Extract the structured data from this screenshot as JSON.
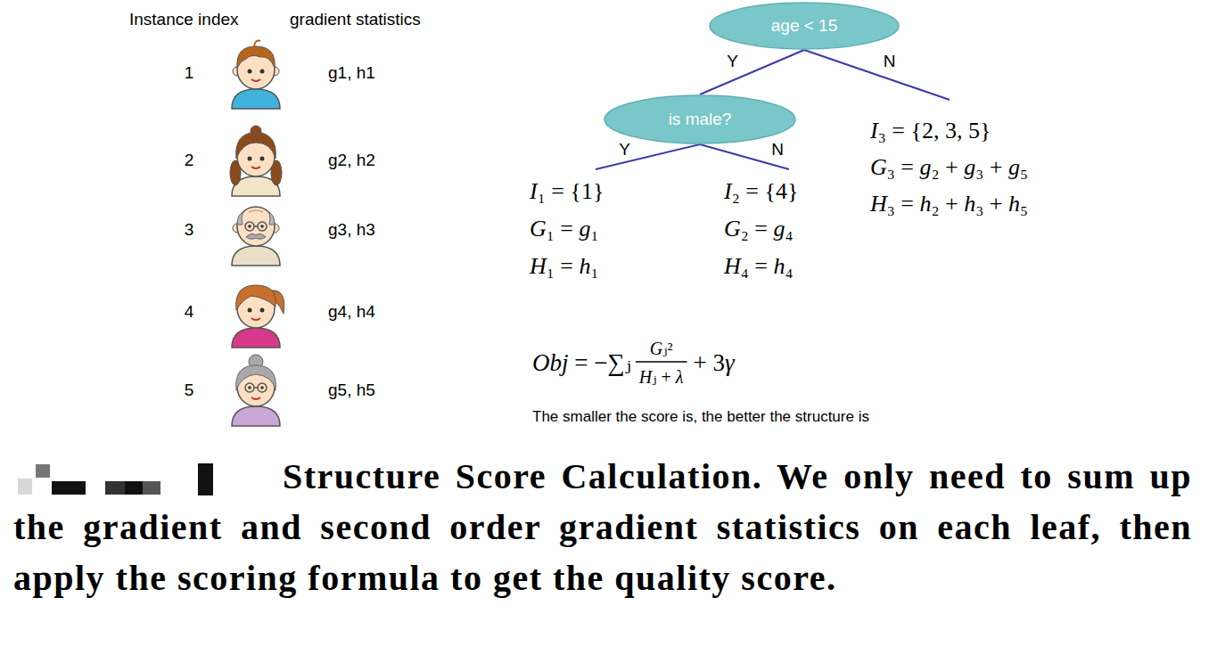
{
  "diagram": {
    "caption": "Structure Score Calculation. We only need to sum up the gradient and second order gradient statistics on each leaf, then apply the scoring formula to get the quality score.",
    "nodes": [
      {
        "text": [
          "age < 15"
        ]
      },
      {
        "text": [
          "is male?"
        ]
      },
      {
        "text": [
          "I₁ = {1}",
          "G₁ = g₁",
          "H₁ = h₁"
        ]
      },
      {
        "text": [
          "I₂ = {4}",
          "G₂ = g₄",
          "H₄ = h₄"
        ]
      },
      {
        "text": [
          "I₃ = {2, 3, 5}",
          "G₃ = g₂ + g₃ + g₅",
          "H₃ = h₂ + h₃ + h₅"
        ]
      }
    ],
    "edges": [
      {
        "from": 0,
        "to": 1,
        "label": "Y",
        "arrow": "none"
      },
      {
        "from": 0,
        "to": 4,
        "label": "N",
        "arrow": "none"
      },
      {
        "from": 1,
        "to": 2,
        "label": "Y",
        "arrow": "none"
      },
      {
        "from": 1,
        "to": 3,
        "label": "N",
        "arrow": "none"
      }
    ],
    "labels": [
      "Instance index",
      "gradient statistics",
      "1",
      "g1, h1",
      "2",
      "g2, h2",
      "3",
      "g3, h3",
      "4",
      "g4, h4",
      "5",
      "g5, h5",
      "Obj = −∑ⱼ",
      "Gⱼ²",
      "Hⱼ + λ",
      "+ 3γ",
      "The smaller the score is, the better the structure is"
    ]
  }
}
